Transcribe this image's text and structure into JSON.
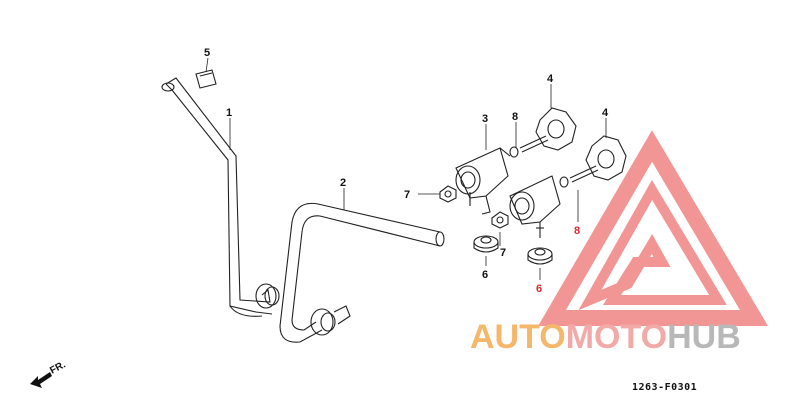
{
  "callouts": {
    "handlebar_lower": "1",
    "handlebar_upper": "2",
    "holder_upper": "3",
    "knob_left": "4",
    "knob_right": "4",
    "grip_cap": "5",
    "nut_left": "6",
    "nut_right": "6",
    "washer_left": "7",
    "washer_right": "7",
    "bolt_left": "8",
    "bolt_right": "8"
  },
  "figure_code": "1263-F0301",
  "front_indicator": "FR.",
  "watermark": {
    "part1": "AUTO",
    "part2": "MOTO",
    "part3": "HUB"
  },
  "colors": {
    "line": "#222222",
    "watermark_red": "#e8423f",
    "watermark_orange": "#f5a340",
    "watermark_gray": "#9a9a9a",
    "callout_red": "#d9282d"
  }
}
